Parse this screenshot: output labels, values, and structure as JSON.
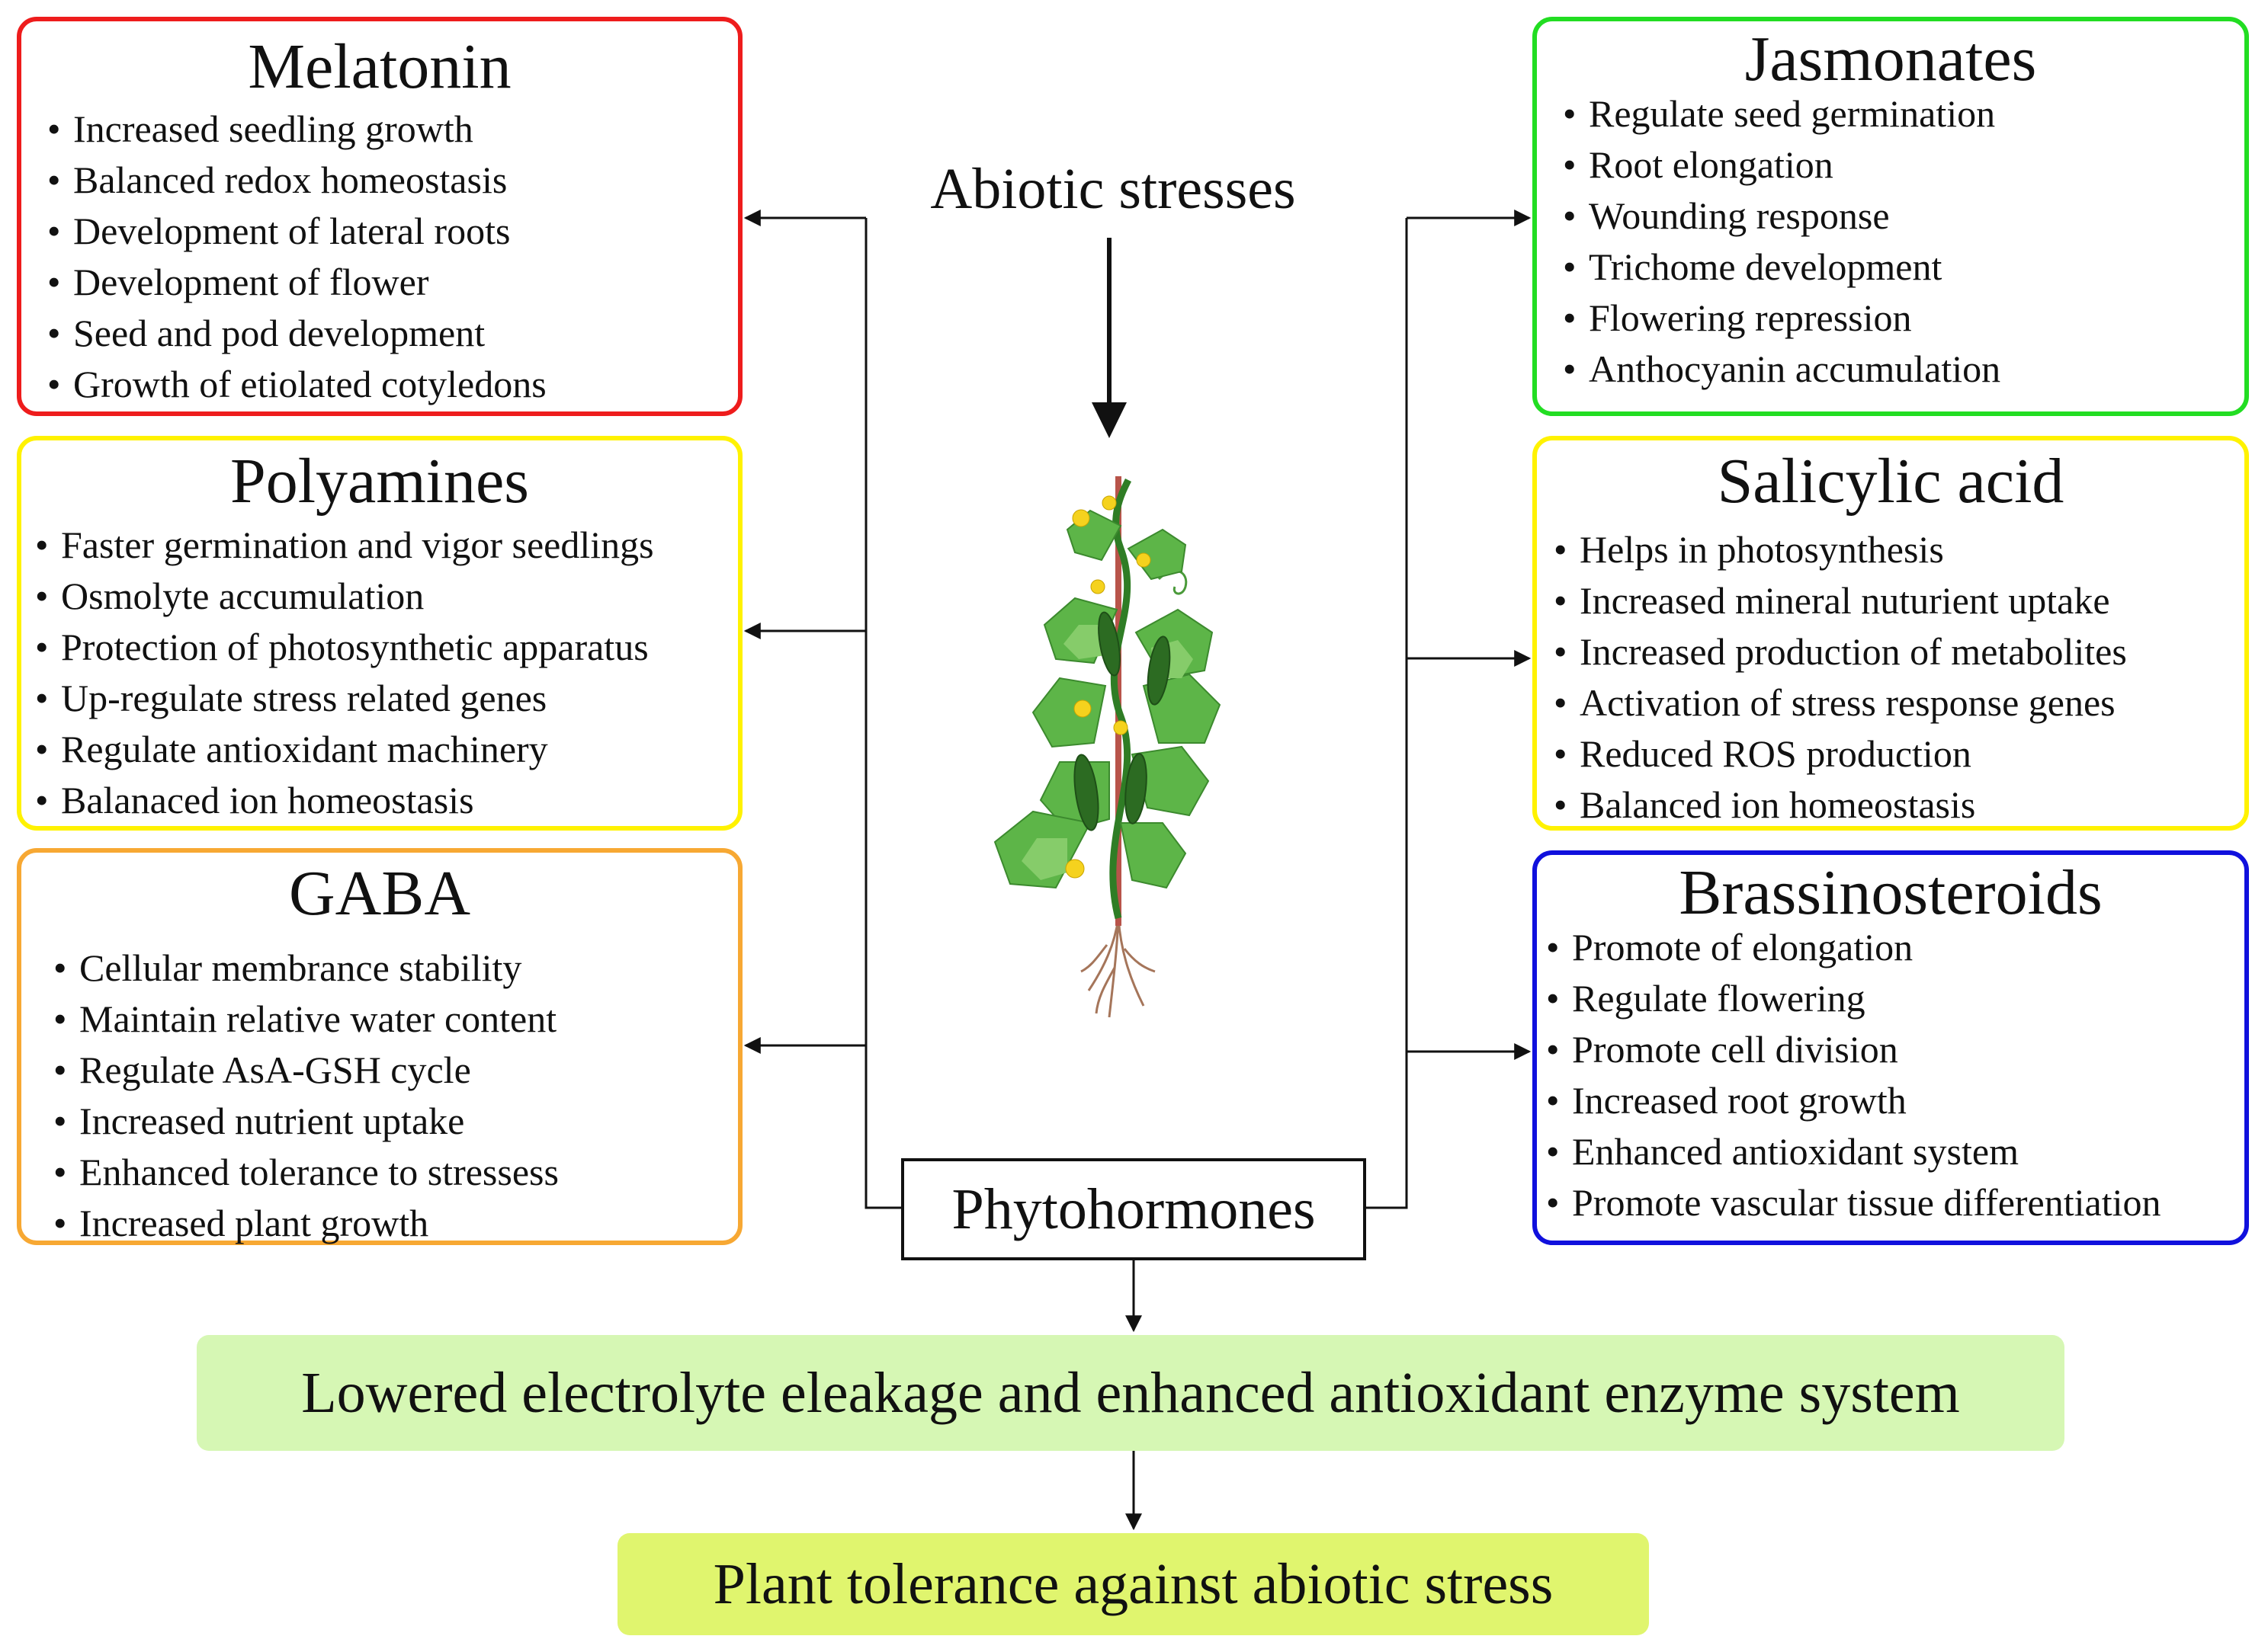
{
  "center": {
    "top_label": "Abiotic stresses",
    "hub_label": "Phytohormones",
    "outcome_1": "Lowered electrolyte eleakage and enhanced antioxidant enzyme system",
    "outcome_2": "Plant tolerance against abiotic stress"
  },
  "boxes": {
    "melatonin": {
      "title": "Melatonin",
      "color": "#ee1c1c",
      "items": [
        "Increased seedling growth",
        "Balanced redox homeostasis",
        "Development of lateral roots",
        "Development of flower",
        "Seed and pod development",
        "Growth of etiolated cotyledons"
      ]
    },
    "polyamines": {
      "title": "Polyamines",
      "color": "#fff200",
      "items": [
        "Faster germination and vigor seedlings",
        "Osmolyte accumulation",
        "Protection of photosynthetic apparatus",
        "Up-regulate stress related genes",
        "Regulate antioxidant machinery",
        "Balanaced ion homeostasis"
      ]
    },
    "gaba": {
      "title": "GABA",
      "color": "#f7a833",
      "items": [
        "Cellular membrance stability",
        "Maintain relative water content",
        "Regulate AsA-GSH cycle",
        "Increased nutrient uptake",
        "Enhanced tolerance to stressess",
        "Increased plant growth"
      ]
    },
    "jasmonates": {
      "title": "Jasmonates",
      "color": "#22dd22",
      "items": [
        "Regulate seed germination",
        "Root elongation",
        "Wounding response",
        "Trichome development",
        "Flowering repression",
        "Anthocyanin accumulation"
      ]
    },
    "salicylic": {
      "title": "Salicylic acid",
      "color": "#fff200",
      "items": [
        "Helps in photosynthesis",
        "Increased mineral nuturient uptake",
        "Increased production of metabolites",
        "Activation of stress response genes",
        "Reduced ROS production",
        "Balanced ion homeostasis"
      ]
    },
    "brassinosteroids": {
      "title": "Brassinosteroids",
      "color": "#1010dd",
      "items": [
        "Promote of elongation",
        "Regulate flowering",
        "Promote cell division",
        "Increased root growth",
        "Enhanced antioxidant system",
        "Promote vascular tissue differentiation"
      ]
    }
  }
}
